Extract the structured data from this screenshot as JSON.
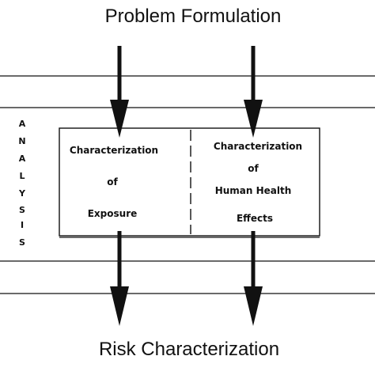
{
  "title_top": "Problem Formulation",
  "title_bottom": "Risk Characterization",
  "side_label_letters": [
    "A",
    "N",
    "A",
    "L",
    "Y",
    "S",
    "I",
    "S"
  ],
  "left_box": {
    "lines": [
      "Characterization",
      "of",
      "Exposure"
    ]
  },
  "right_box": {
    "lines": [
      "Characterization",
      "of",
      "Human Health",
      "Effects"
    ]
  },
  "colors": {
    "ink": "#111111",
    "background": "#ffffff"
  }
}
